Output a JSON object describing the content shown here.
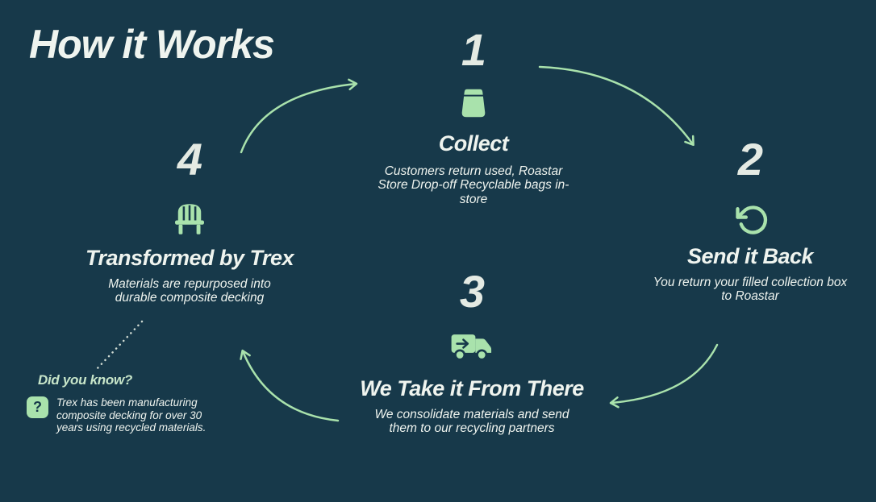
{
  "colors": {
    "bg": "#17394A",
    "accent": "#A9E2AC",
    "number": "#E4EAE3",
    "text": "#EFF4EF"
  },
  "title": "How it Works",
  "steps": [
    {
      "number": "1",
      "icon": "bag-icon",
      "heading": "Collect",
      "body": "Customers return used, Roastar Store Drop-off Recyclable bags in-store"
    },
    {
      "number": "2",
      "icon": "return-arrow-icon",
      "heading": "Send it Back",
      "body": "You return your filled collection box to Roastar"
    },
    {
      "number": "3",
      "icon": "truck-icon",
      "heading": "We Take it From There",
      "body": "We consolidate materials and send them to our recycling partners"
    },
    {
      "number": "4",
      "icon": "bench-icon",
      "heading": "Transformed by Trex",
      "body": "Materials are repurposed into durable composite decking"
    }
  ],
  "did_you_know": {
    "heading": "Did you know?",
    "icon_glyph": "?",
    "body": "Trex has been manufacturing composite decking for over 30 years using recycled materials."
  }
}
